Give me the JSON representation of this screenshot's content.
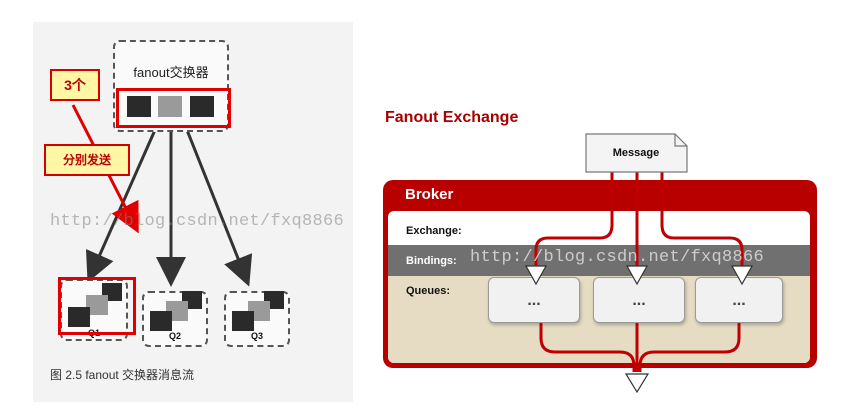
{
  "left": {
    "exchange_label": "fanout交换器",
    "callout_count": "3个",
    "callout_send": "分别发送",
    "queues": [
      "Q1",
      "Q2",
      "Q3"
    ],
    "caption": "图 2.5   fanout 交换器消息流"
  },
  "watermark": "http://blog.csdn.net/fxq8866",
  "right": {
    "title": "Fanout Exchange",
    "message": "Message",
    "broker": "Broker",
    "exchange": "Exchange:",
    "bindings": "Bindings:",
    "queues_label": "Queues:",
    "queue_placeholder": [
      "...",
      "...",
      "..."
    ]
  },
  "colors": {
    "broker_red": "#b80000",
    "callout_red": "#e00000",
    "callout_fill": "#fff6a6",
    "bindings_band": "#707070",
    "queues_band": "#e5dcc3"
  }
}
